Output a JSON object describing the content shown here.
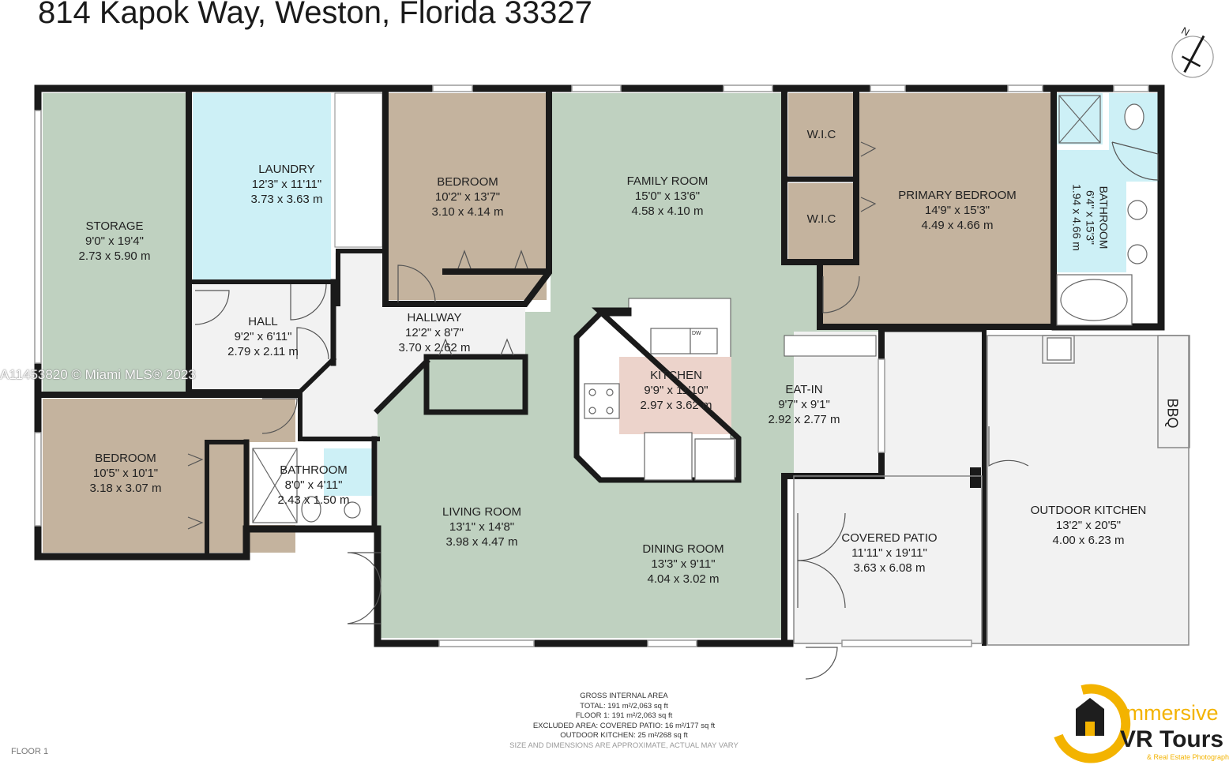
{
  "address": "814 Kapok Way, Weston, Florida 33327",
  "compass_label": "N",
  "rooms": {
    "storage": {
      "name": "STORAGE",
      "imperial": "9'0\" x 19'4\"",
      "metric": "2.73 x 5.90 m"
    },
    "laundry": {
      "name": "LAUNDRY",
      "imperial": "12'3\" x 11'11\"",
      "metric": "3.73 x 3.63 m"
    },
    "bedroom1": {
      "name": "BEDROOM",
      "imperial": "10'2\" x 13'7\"",
      "metric": "3.10 x 4.14 m"
    },
    "family_room": {
      "name": "FAMILY ROOM",
      "imperial": "15'0\" x 13'6\"",
      "metric": "4.58 x 4.10 m"
    },
    "wic1": {
      "name": "W.I.C"
    },
    "wic2": {
      "name": "W.I.C"
    },
    "primary_bedroom": {
      "name": "PRIMARY BEDROOM",
      "imperial": "14'9\" x 15'3\"",
      "metric": "4.49 x 4.66 m"
    },
    "bathroom_primary": {
      "name": "BATHROOM",
      "imperial": "6'4\" x 15'3\"",
      "metric": "1.94 x 4.66 m"
    },
    "hall": {
      "name": "HALL",
      "imperial": "9'2\" x 6'11\"",
      "metric": "2.79 x 2.11 m"
    },
    "hallway": {
      "name": "HALLWAY",
      "imperial": "12'2\" x 8'7\"",
      "metric": "3.70 x 2.62 m"
    },
    "kitchen": {
      "name": "KITCHEN",
      "imperial": "9'9\" x 11'10\"",
      "metric": "2.97 x 3.62 m"
    },
    "eat_in": {
      "name": "EAT-IN",
      "imperial": "9'7\" x 9'1\"",
      "metric": "2.92 x 2.77 m"
    },
    "bedroom2": {
      "name": "BEDROOM",
      "imperial": "10'5\" x 10'1\"",
      "metric": "3.18 x 3.07 m"
    },
    "bathroom2": {
      "name": "BATHROOM",
      "imperial": "8'0\" x 4'11\"",
      "metric": "2.43 x 1.50 m"
    },
    "living_room": {
      "name": "LIVING ROOM",
      "imperial": "13'1\" x 14'8\"",
      "metric": "3.98 x 4.47 m"
    },
    "dining_room": {
      "name": "DINING ROOM",
      "imperial": "13'3\" x 9'11\"",
      "metric": "4.04 x 3.02 m"
    },
    "covered_patio": {
      "name": "COVERED PATIO",
      "imperial": "11'11\" x 19'11\"",
      "metric": "3.63 x 6.08 m"
    },
    "outdoor_kitchen": {
      "name": "OUTDOOR KITCHEN",
      "imperial": "13'2\" x 20'5\"",
      "metric": "4.00 x 6.23 m"
    }
  },
  "fixtures": {
    "bbq": "BBQ",
    "dw": "DW"
  },
  "watermark": "A11453820 © Miami MLS® 2023",
  "area_summary": {
    "title": "GROSS INTERNAL AREA",
    "total": "TOTAL: 191 m²/2,063 sq ft",
    "floor1": "FLOOR 1: 191 m²/2,063 sq ft",
    "excluded": "EXCLUDED AREA: COVERED PATIO: 16 m²/177 sq ft",
    "outdoor": "OUTDOOR KITCHEN: 25 m²/268 sq ft",
    "note": "SIZE AND DIMENSIONS ARE APPROXIMATE, ACTUAL MAY VARY"
  },
  "floor_label": "FLOOR 1",
  "logo": {
    "line1": "Immersive",
    "line2": "VR Tours",
    "tagline": "& Real Estate Photography"
  },
  "colors": {
    "green": "#bfd1c0",
    "tan": "#c4b39e",
    "blue": "#cdf0f6",
    "pink": "#ecd3cb",
    "gray": "#f2f2f2",
    "wall": "#1a1a1a",
    "logo_yellow": "#f3b300"
  }
}
